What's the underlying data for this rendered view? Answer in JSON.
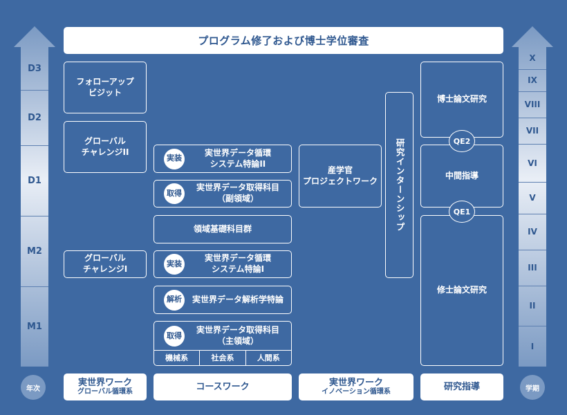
{
  "header": {
    "title": "プログラム修了および博士学位審査"
  },
  "left_axis": {
    "labels": [
      "D3",
      "D2",
      "D1",
      "M2",
      "M1"
    ],
    "footer": "年次"
  },
  "right_axis": {
    "labels": [
      "X",
      "IX",
      "VIII",
      "VII",
      "VI",
      "V",
      "IV",
      "III",
      "II",
      "I"
    ],
    "footer": "学期"
  },
  "global_loop": {
    "followup": [
      "フォローアップ",
      "ビジット"
    ],
    "challenge2": [
      "グローバル",
      "チャレンジII"
    ],
    "challenge1": [
      "グローバル",
      "チャレンジI"
    ]
  },
  "coursework": {
    "items": [
      {
        "tag": "実装",
        "lines": [
          "実世界データ循環",
          "システム特論II"
        ]
      },
      {
        "tag": "取得",
        "lines": [
          "実世界データ取得科目",
          "（副領域）"
        ]
      },
      {
        "tag": "",
        "lines": [
          "領域基礎科目群"
        ]
      },
      {
        "tag": "実装",
        "lines": [
          "実世界データ循環",
          "システム特論I"
        ]
      },
      {
        "tag": "解析",
        "lines": [
          "実世界データ解析学特論"
        ]
      },
      {
        "tag": "取得",
        "lines": [
          "実世界データ取得科目",
          "（主領域）"
        ]
      }
    ],
    "subfields": [
      "機械系",
      "社会系",
      "人間系"
    ]
  },
  "innovation": {
    "project": [
      "産学官",
      "プロジェクトワーク"
    ],
    "internship": "研究インターンシップ"
  },
  "research": {
    "doctoral": "博士論文研究",
    "mid": "中間指導",
    "master": "修士論文研究",
    "qe2": "QE2",
    "qe1": "QE1"
  },
  "footer": {
    "global": {
      "main": "実世界ワーク",
      "sub": "グローバル循環系"
    },
    "course": {
      "main": "コースワーク"
    },
    "innovation": {
      "main": "実世界ワーク",
      "sub": "イノベーション循環系"
    },
    "research": {
      "main": "研究指導"
    }
  }
}
